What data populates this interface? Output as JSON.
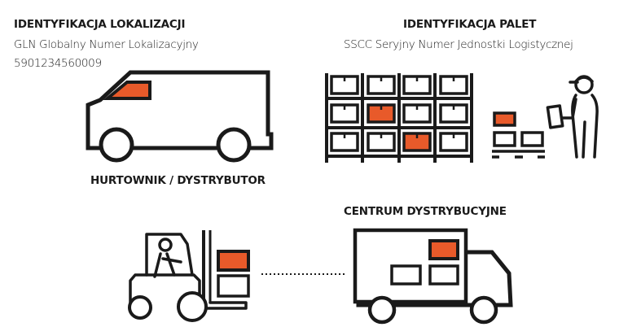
{
  "location": {
    "title": "IDENTYFIKACJA LOKALIZACJI",
    "subtitle": "GLN Globalny Numer Lokalizacyjny",
    "number": "5901234560009",
    "caption": "HURTOWNIK / DYSTRYBUTOR"
  },
  "pallets": {
    "title": "IDENTYFIKACJA PALET",
    "subtitle": "SSCC Seryjny Numer Jednostki Logistycznej"
  },
  "distribution": {
    "caption": "CENTRUM DYSTRYBUCYJNE"
  },
  "colors": {
    "accent": "#e85a2a",
    "stroke": "#1a1a1a"
  }
}
